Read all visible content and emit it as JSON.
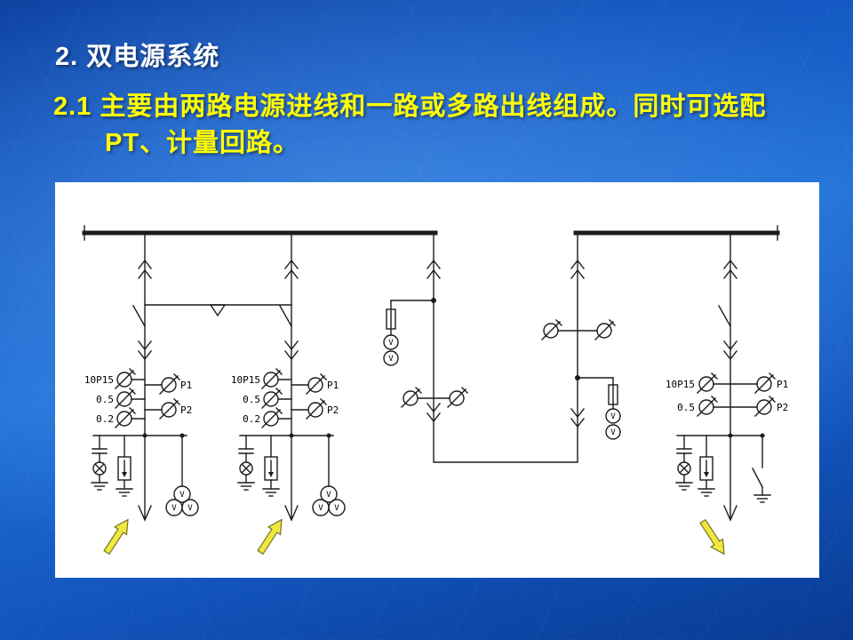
{
  "slide": {
    "title": "2. 双电源系统",
    "body_line1": "2.1 主要由两路电源进线和一路或多路出线组成。同时可选配",
    "body_line2": "PT、计量回路。"
  },
  "diagram": {
    "v_label": "V",
    "ct_group_left1": {
      "rows": [
        "10P15",
        "0.5",
        "0.2"
      ],
      "meters": [
        "P1",
        "P2"
      ]
    },
    "ct_group_left2": {
      "rows": [
        "10P15",
        "0.5",
        "0.2"
      ],
      "meters": [
        "P1",
        "P2"
      ]
    },
    "ct_group_right": {
      "rows": [
        "10P15",
        "0.5"
      ],
      "meters": [
        "P1",
        "P2"
      ]
    }
  },
  "colors": {
    "background_blue": "#1f6fd6",
    "title_white": "#ffffff",
    "body_yellow": "#ffff00",
    "annotation_arrow_yellow": "#f0e83c",
    "line_black": "#1c1c1c"
  }
}
